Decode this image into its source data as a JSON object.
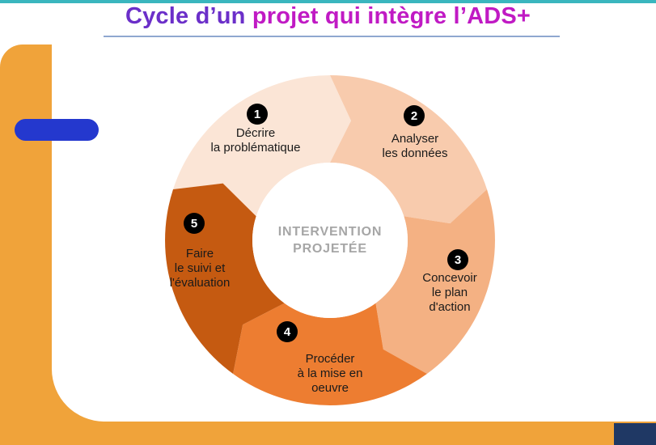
{
  "slide": {
    "title": {
      "part1": "Cycle d’un ",
      "part2": "projet qui intègre l’ADS+"
    }
  },
  "diagram": {
    "center_label": "INTERVENTION\nPROJETÉE",
    "segments": [
      {
        "number": "1",
        "label": "Décrire\nla problématique",
        "color": "#FBE5D6"
      },
      {
        "number": "2",
        "label": "Analyser\nles données",
        "color": "#F8CBAD"
      },
      {
        "number": "3",
        "label": "Concevoir\nle plan\nd'action",
        "color": "#F4B183"
      },
      {
        "number": "4",
        "label": "Procéder\nà la mise en\noeuvre",
        "color": "#ED7D31"
      },
      {
        "number": "5",
        "label": "Faire\nle suivi et\nl'évaluation",
        "color": "#C55A11"
      }
    ]
  },
  "theme": {
    "frame_orange": "#F0A33A",
    "top_line": "#3AB6BE",
    "navy_corner": "#1F3864",
    "accent_bar": "#2438CE",
    "title_color_1": "#6B2FC9",
    "title_color_2": "#C01AC4",
    "underline": "#8FA8D0",
    "center_text": "#A6A6A6",
    "label_text": "#1A1A1A"
  }
}
